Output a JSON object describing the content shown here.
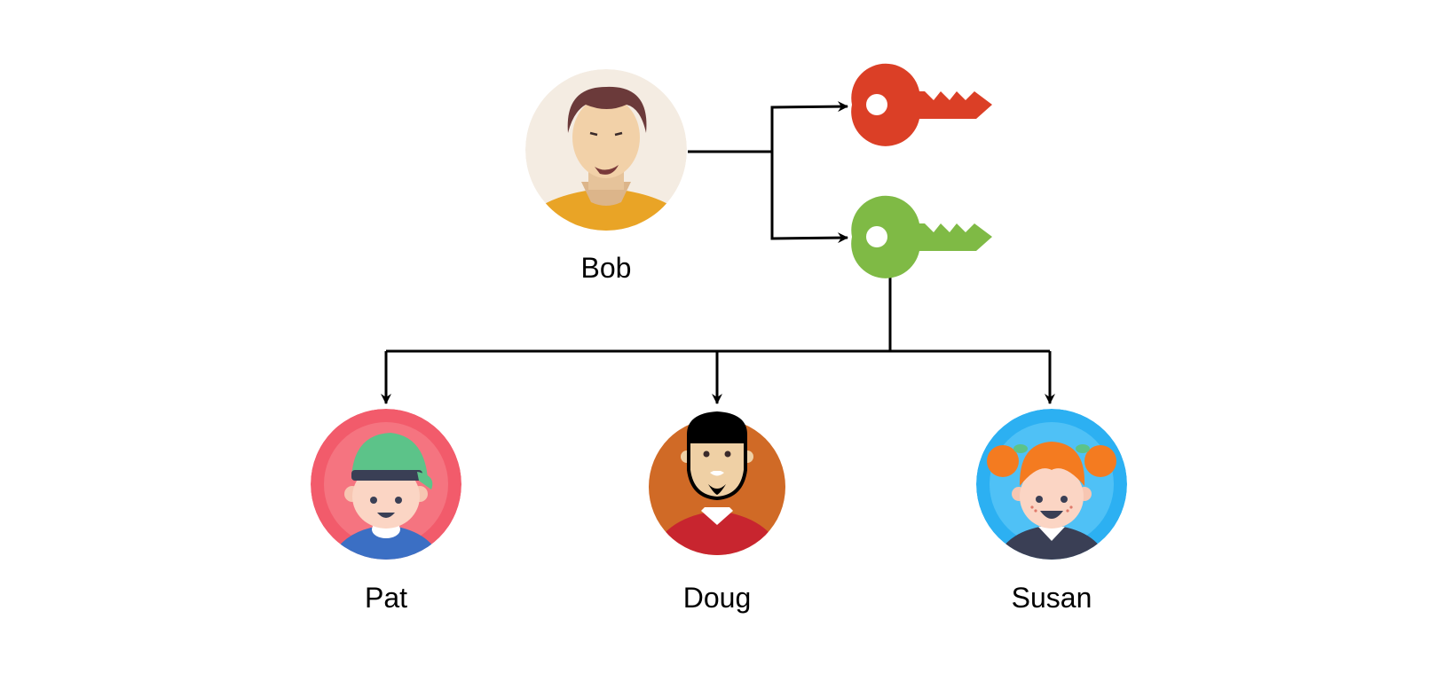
{
  "people": {
    "owner": {
      "name": "Bob",
      "avatar_icon": "man-avatar-icon",
      "bg_color": "#f4ece2",
      "shirt_color": "#e9a426",
      "hair_color": "#6b3a3a"
    },
    "recipients": [
      {
        "name": "Pat",
        "avatar_icon": "boy-with-cap-avatar-icon",
        "bg_color": "#f25b6b",
        "cap_color": "#5cc389",
        "shirt_color": "#3b6fc4"
      },
      {
        "name": "Doug",
        "avatar_icon": "bearded-man-avatar-icon",
        "bg_color": "#d06a26",
        "shirt_color": "#c8252f"
      },
      {
        "name": "Susan",
        "avatar_icon": "girl-with-pigtails-avatar-icon",
        "bg_color": "#2cb0f2",
        "hair_color": "#f47b20",
        "shirt_color": "#3a3f55"
      }
    ]
  },
  "keys": [
    {
      "id": "red-key",
      "icon": "key-icon",
      "color": "#db3f26"
    },
    {
      "id": "green-key",
      "icon": "key-icon",
      "color": "#7fba45"
    }
  ],
  "connectors": {
    "color": "#000000"
  }
}
